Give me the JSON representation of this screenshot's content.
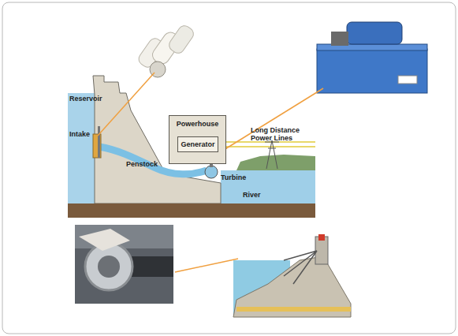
{
  "diagram": {
    "nodes": [
      {
        "text": [
          "Powerhouse"
        ]
      },
      {
        "text": [
          "Generator"
        ],
        "in": 0
      }
    ],
    "labels": [
      "Reservoir",
      "Intake",
      "Penstock",
      "Turbine",
      "River",
      "Long Distance Power Lines"
    ]
  }
}
